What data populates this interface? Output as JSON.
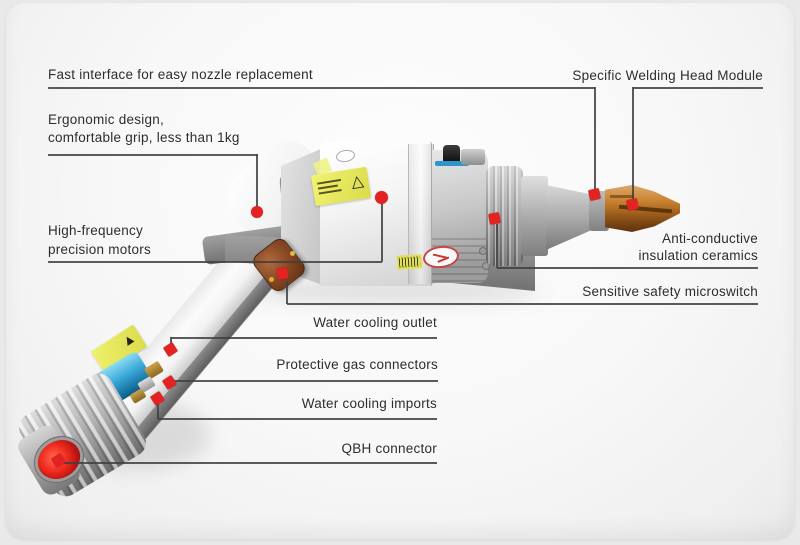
{
  "title": "Handheld laser welding gun annotated diagram",
  "colors": {
    "red": "#e32222",
    "line": "#3f3f3f",
    "text": "#2d2d2d",
    "yellow": "#e9e74f",
    "blue": "#2a96cc",
    "copper": "#b06a2a",
    "trigger": "#8a4a24",
    "lens": "#d42020"
  },
  "labels": {
    "fast_interface": {
      "text": "Fast interface for easy nozzle replacement",
      "target": "nozzle-holder",
      "marker": "square"
    },
    "specific_module": {
      "text": "Specific Welding Head Module",
      "target": "copper-nozzle-tip",
      "marker": "square"
    },
    "ergonomic": {
      "line1": "Ergonomic design,",
      "line2": "comfortable grip, less than 1kg",
      "target": "handle",
      "marker": "dot"
    },
    "high_frequency": {
      "line1": "High-frequency",
      "line2": "precision motors",
      "target": "motor-housing",
      "marker": "dot"
    },
    "anti_conductive": {
      "line1": "Anti-conductive",
      "line2": "insulation ceramics",
      "target": "insulation-ceramic-ring",
      "marker": "square"
    },
    "microswitch": {
      "text": "Sensitive safety microswitch",
      "target": "trigger-button",
      "marker": "square"
    },
    "water_outlet": {
      "text": "Water cooling outlet",
      "target": "water-outlet-fitting",
      "marker": "square"
    },
    "gas_connectors": {
      "text": "Protective gas connectors",
      "target": "gas-fitting",
      "marker": "square"
    },
    "water_imports": {
      "text": "Water cooling imports",
      "target": "water-inlet-fitting",
      "marker": "square"
    },
    "qbh": {
      "text": "QBH connector",
      "target": "qbh-connector",
      "marker": "square"
    }
  },
  "device": {
    "parts": [
      "handle",
      "handle-grip-hole",
      "trigger-button",
      "qbh-connector",
      "fiber-lens",
      "blue-ring",
      "warning-label-handle",
      "warning-label-body",
      "body-front-panel",
      "motor-housing",
      "heat-sink-fins",
      "wire-connector",
      "logo-badge",
      "barcode-label",
      "knurled-focus-ring",
      "insulation-ceramic-ring",
      "nozzle-cone",
      "nozzle-holder",
      "copper-nozzle-tip",
      "water-outlet-fitting",
      "gas-fitting",
      "water-inlet-fitting"
    ]
  }
}
